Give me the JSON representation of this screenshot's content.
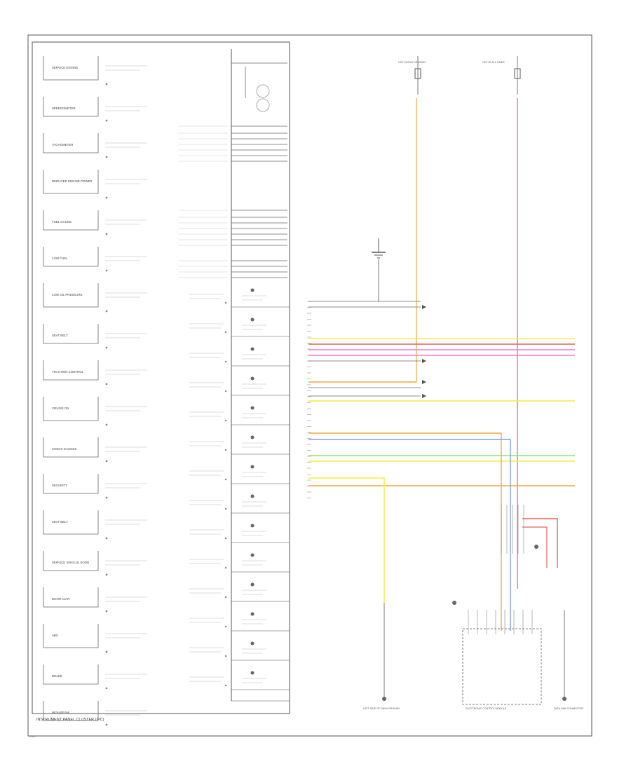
{
  "footer": {
    "cluster_label": "INSTRUMENT PANEL CLUSTER (IPC)",
    "page_code": "1 of 2"
  },
  "top_power": {
    "left": "HOT IN RUN OR START",
    "right": "HOT AT ALL TIMES"
  },
  "modules": {
    "left_ground": "LEFT SIDE OF DASH GROUND",
    "right_module": "ELECTRONIC CONTROL MODULE",
    "rightmost": "DATA LINK CONNECTOR"
  },
  "indicators": [
    "SERVICE ENGINE",
    "SPEEDOMETER",
    "TACHOMETER",
    "REDUCED ENGINE POWER",
    "FUEL GAUGE",
    "LOW FUEL",
    "LOW OIL PRESSURE",
    "SEAT BELT",
    "TRACTION CONTROL",
    "CRUISE ON",
    "CHECK GAUGES",
    "SECURITY",
    "SEAT BELT",
    "SERVICE VEHICLE SOON",
    "DOOR AJAR",
    "ABS",
    "BRAKE",
    "HIGH BEAM"
  ],
  "colors": {
    "orange": "#f4a640",
    "red": "#e85f5f",
    "pink": "#f27bd0",
    "yellow": "#f2ef3a",
    "green": "#8ee07a",
    "blue": "#7f9cf0",
    "tan": "#e6c58a",
    "ink": "#555555"
  }
}
